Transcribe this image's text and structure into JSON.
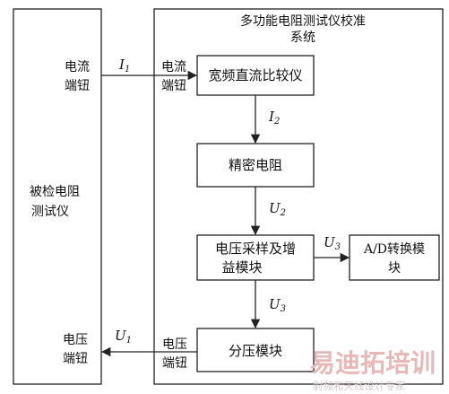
{
  "system": {
    "title_line1": "多功能电阻测试仪校准",
    "title_line2": "系统"
  },
  "tester": {
    "label_line1": "被检电阻",
    "label_line2": "测试仪",
    "current_terminal_line1": "电流",
    "current_terminal_line2": "端钮",
    "voltage_terminal_line1": "电压",
    "voltage_terminal_line2": "端钮"
  },
  "ports": {
    "current_line1": "电流",
    "current_line2": "端钮",
    "voltage_line1": "电压",
    "voltage_line2": "端钮"
  },
  "blocks": {
    "comparator": "宽频直流比较仪",
    "resistor": "精密电阻",
    "amp_line1": "电压采样及增",
    "amp_line2": "益模块",
    "adc_line1": "A/D转换模",
    "adc_line2": "块",
    "divider": "分压模块"
  },
  "signals": {
    "i1": "I",
    "i1_sub": "1",
    "i2": "I",
    "i2_sub": "2",
    "u2": "U",
    "u2_sub": "2",
    "u3a": "U",
    "u3a_sub": "3",
    "u3b": "U",
    "u3b_sub": "3",
    "u1": "U",
    "u1_sub": "1"
  },
  "watermark": {
    "main": "易迪拓培训",
    "sub": "射频和天线设计专家",
    "color_main": "#e6b8b8",
    "color_sub": "#d8c8c8"
  }
}
